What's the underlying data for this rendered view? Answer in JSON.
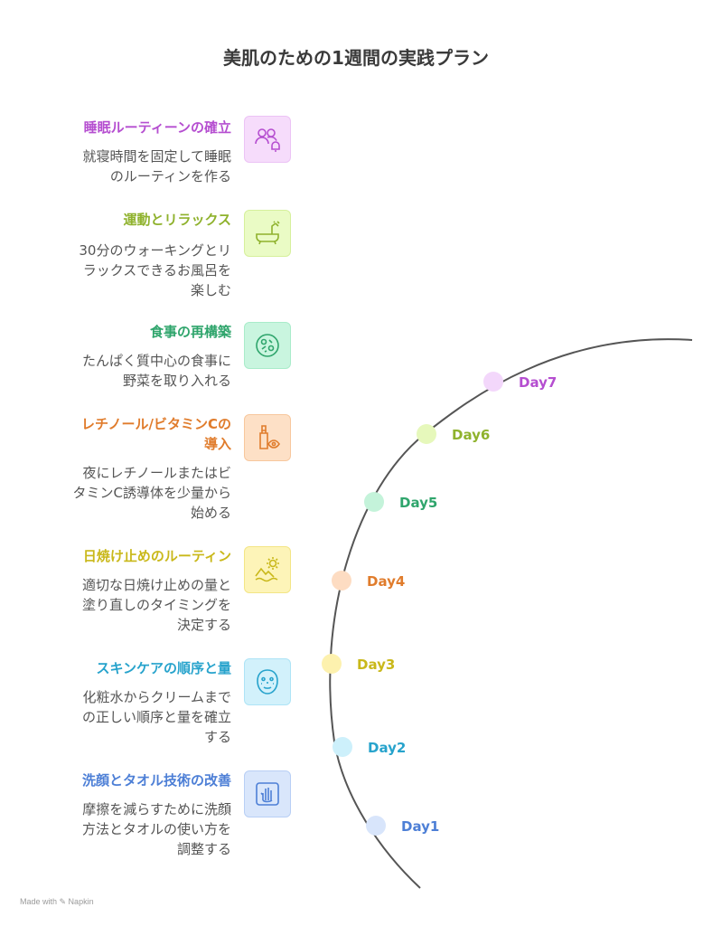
{
  "title": "美肌のための1週間の実践プラン",
  "items": [
    {
      "title": "睡眠ルーティーンの確立",
      "desc_lines": [
        "就寝時間を固定して睡眠",
        "のルーティンを作る"
      ],
      "icon": "people-alarm-icon",
      "color": "#b54ed0",
      "bg": "#f6dcfb"
    },
    {
      "title": "運動とリラックス",
      "desc_lines": [
        "30分のウォーキングとリ",
        "ラックスできるお風呂を",
        "楽しむ"
      ],
      "icon": "bathtub-shower-icon",
      "color": "#8fb22d",
      "bg": "#eafbc5"
    },
    {
      "title": "食事の再構築",
      "desc_lines": [
        "たんぱく質中心の食事に",
        "野菜を取り入れる"
      ],
      "icon": "salad-bowl-icon",
      "color": "#2fa56c",
      "bg": "#c9f5df"
    },
    {
      "title_lines": [
        "レチノール/ビタミンCの",
        "導入"
      ],
      "desc_lines": [
        "夜にレチノールまたはビ",
        "タミンC誘導体を少量から",
        "始める"
      ],
      "icon": "serum-bottle-eye-icon",
      "color": "#e07c2c",
      "bg": "#fde0c6"
    },
    {
      "title": "日焼け止めのルーティン",
      "desc_lines": [
        "適切な日焼け止めの量と",
        "塗り直しのタイミングを",
        "決定する"
      ],
      "icon": "sun-beach-icon",
      "color": "#c9b81a",
      "bg": "#fdf4b8"
    },
    {
      "title": "スキンケアの順序と量",
      "desc_lines": [
        "化粧水からクリームまで",
        "の正しい順序と量を確立",
        "する"
      ],
      "icon": "face-mask-icon",
      "color": "#27a3cc",
      "bg": "#d2f1fb"
    },
    {
      "title": "洗顔とタオル技術の改善",
      "desc_lines": [
        "摩擦を減らすために洗顔",
        "方法とタオルの使い方を",
        "調整する"
      ],
      "icon": "hand-towel-icon",
      "color": "#4d7fd6",
      "bg": "#d9e6fb"
    }
  ],
  "days": [
    {
      "label": "Day7",
      "color": "#b54ed0",
      "dot": "#f3d7fb"
    },
    {
      "label": "Day6",
      "color": "#8fb22d",
      "dot": "#e6f8bb"
    },
    {
      "label": "Day5",
      "color": "#2fa56c",
      "dot": "#c4f3da"
    },
    {
      "label": "Day4",
      "color": "#e07c2c",
      "dot": "#fddcc2"
    },
    {
      "label": "Day3",
      "color": "#c9b81a",
      "dot": "#fdf1ae"
    },
    {
      "label": "Day2",
      "color": "#27a3cc",
      "dot": "#cdf0fb"
    },
    {
      "label": "Day1",
      "color": "#4d7fd6",
      "dot": "#d8e5fb"
    }
  ],
  "footer": "Made with ✎ Napkin"
}
